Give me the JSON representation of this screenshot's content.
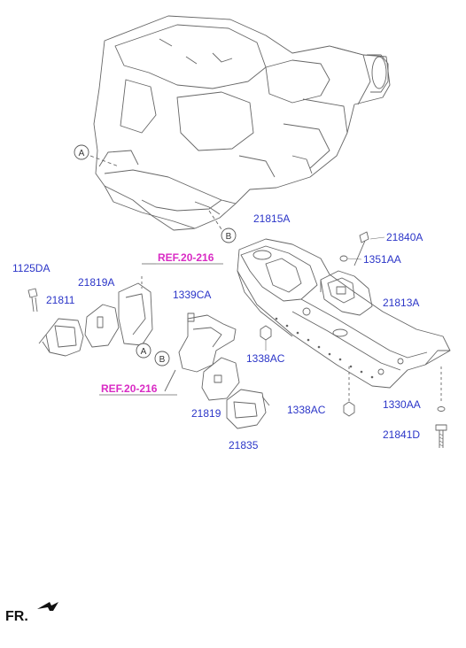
{
  "colors": {
    "part_label": "#2b35c8",
    "reference": "#d92bc4",
    "line": "#555555"
  },
  "parts": {
    "p21815A": "21815A",
    "p21840A": "21840A",
    "p1351AA": "1351AA",
    "p21813A": "21813A",
    "p1125DA": "1125DA",
    "p21819A": "21819A",
    "p21811": "21811",
    "p1339CA": "1339CA",
    "p1338AC_a": "1338AC",
    "p1338AC_b": "1338AC",
    "p21819": "21819",
    "p21835": "21835",
    "p1330AA": "1330AA",
    "p21841D": "21841D"
  },
  "references": {
    "ref_top": {
      "prefix": "REF.",
      "value": "20-216"
    },
    "ref_bottom": {
      "prefix": "REF.",
      "value": "20-216"
    }
  },
  "callouts": {
    "a_upper": "A",
    "b_upper": "B",
    "a_lower": "A",
    "b_lower": "B"
  },
  "direction": {
    "label": "FR.",
    "icon": "front-arrow-icon"
  }
}
